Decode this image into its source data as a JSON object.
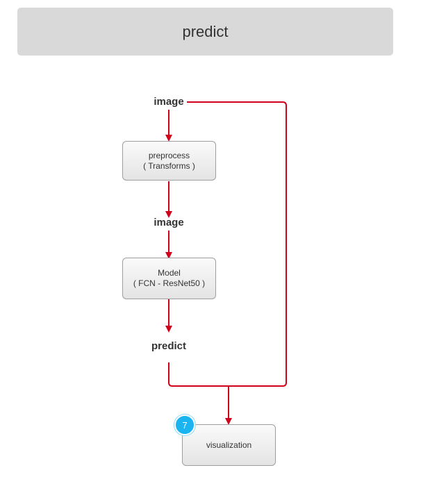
{
  "header": {
    "title": "predict"
  },
  "labels": {
    "input_image": "image",
    "processed_image": "image",
    "prediction": "predict"
  },
  "nodes": {
    "preprocess": {
      "line1": "preprocess",
      "line2": "( Transforms )"
    },
    "model": {
      "line1": "Model",
      "line2": "( FCN - ResNet50 )"
    },
    "visualization": {
      "line1": "visualization",
      "badge": "7"
    }
  },
  "colors": {
    "edge": "#d0021b",
    "header_bg": "#d9d9d9",
    "badge": "#1ab4f0"
  }
}
